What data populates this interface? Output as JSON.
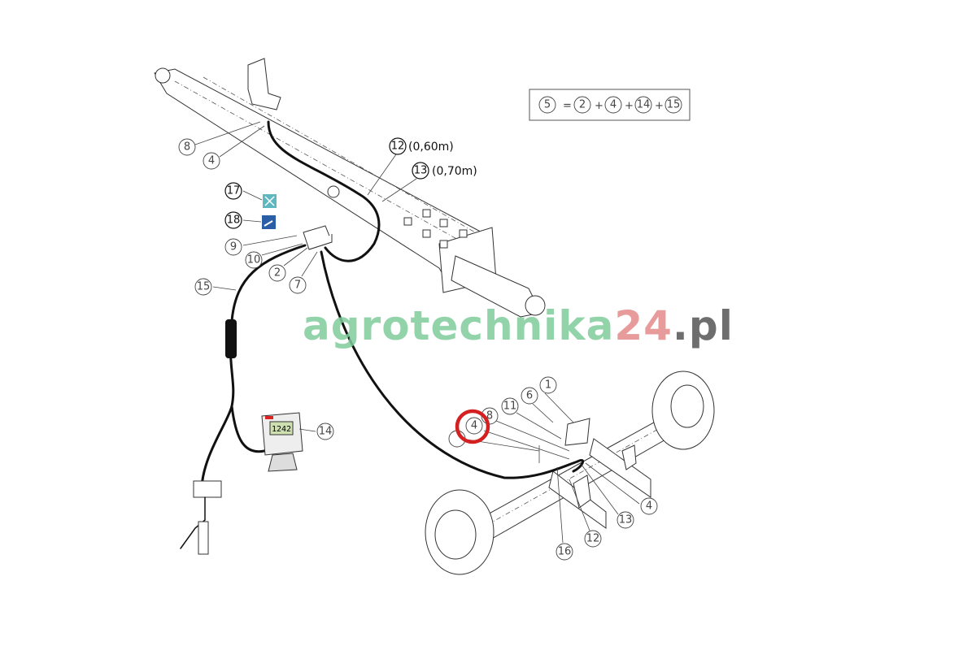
{
  "formula": {
    "result": "5",
    "equals": "=",
    "terms": [
      "2",
      "4",
      "14",
      "15"
    ],
    "plus": "+"
  },
  "cable_lengths": {
    "c12": "(0,60m)",
    "c13": "(0,70m)"
  },
  "callouts": {
    "front_8": "8",
    "front_4": "4",
    "c12": "12",
    "c13": "13",
    "c17": "17",
    "c18": "18",
    "c9": "9",
    "c10": "10",
    "c2": "2",
    "c7": "7",
    "c15": "15",
    "c14": "14",
    "axle_1": "1",
    "axle_6": "6",
    "axle_11": "11",
    "axle_8": "8",
    "axle_4_highlight": "4",
    "axle_13": "13",
    "axle_4": "4",
    "axle_12": "12",
    "axle_16": "16"
  },
  "display_reading": "1242",
  "watermark": {
    "part1": "agrotechnika",
    "part2": "24",
    "part3": ".pl"
  },
  "colors": {
    "highlight": "#d42020",
    "watermark_green": "#7fcc9c",
    "watermark_red": "#e48a8a",
    "icon17": "#5fb7c0",
    "icon18": "#2a5fa8"
  }
}
